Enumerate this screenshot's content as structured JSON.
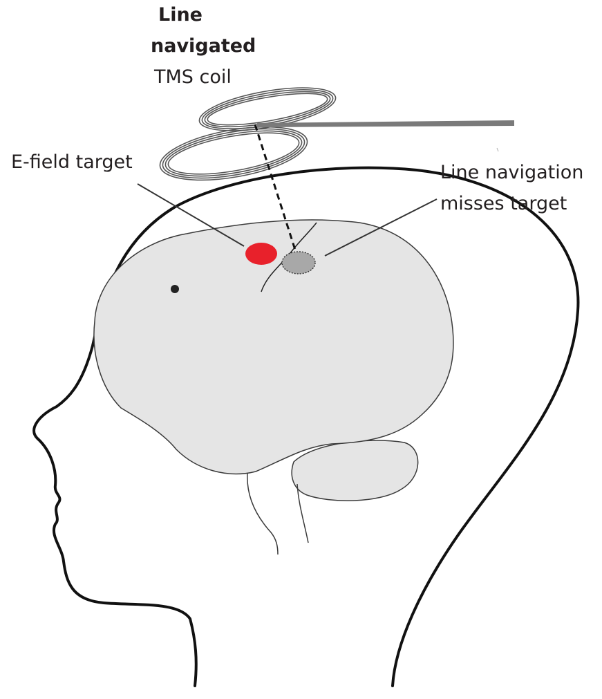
{
  "labels": {
    "coil_title_line1": "Line",
    "coil_title_line2": "navigated",
    "coil_subtitle": "TMS coil",
    "efield_target": "E-field target",
    "miss_line1": "Line navigation",
    "miss_line2": "misses target"
  },
  "colors": {
    "efield_target": "#e8212b",
    "missed_spot": "#a8a8a8",
    "brain_fill": "#e5e5e5",
    "outline": "#111111",
    "coil_handle": "#7a7a7a"
  }
}
